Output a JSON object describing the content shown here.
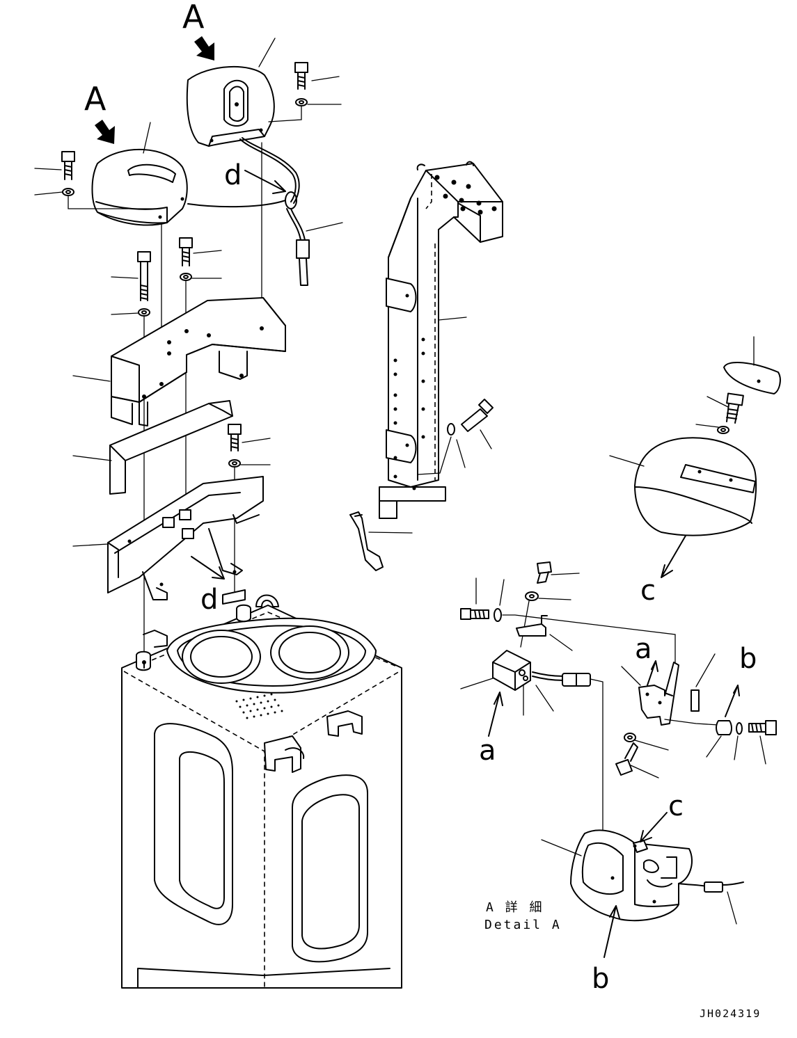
{
  "labels": {
    "view_a_top": "A",
    "view_a_left": "A",
    "d_upper": "d",
    "d_lower": "d",
    "c_right": "c",
    "c_detail": "c",
    "a_upper": "a",
    "a_lower": "a",
    "b_upper": "b",
    "b_lower": "b"
  },
  "caption": {
    "japanese": "A 詳 細",
    "english": "Detail A"
  },
  "drawing_code": "JH024319"
}
